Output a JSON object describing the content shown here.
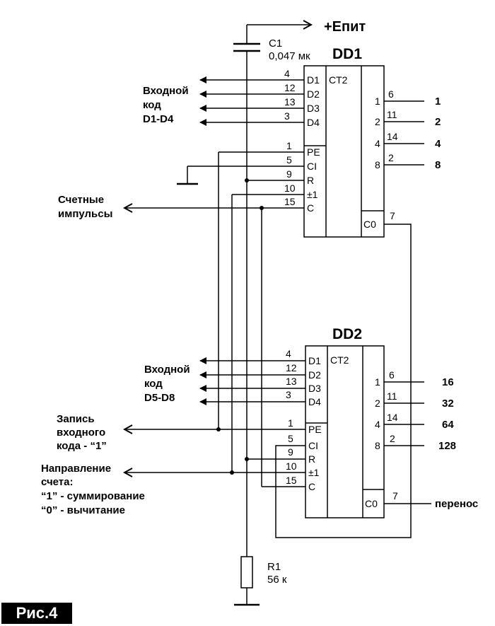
{
  "supply": "+Eпит",
  "c1": {
    "name": "C1",
    "value": "0,047 мк"
  },
  "r1": {
    "name": "R1",
    "value": "56 к"
  },
  "dd1": {
    "name": "DD1",
    "type": "CT2",
    "inputs": [
      {
        "label": "D1",
        "pin": "4"
      },
      {
        "label": "D2",
        "pin": "12"
      },
      {
        "label": "D3",
        "pin": "13"
      },
      {
        "label": "D4",
        "pin": "3"
      },
      {
        "label": "PE",
        "pin": "1"
      },
      {
        "label": "CI",
        "pin": "5"
      },
      {
        "label": "R",
        "pin": "9"
      },
      {
        "label": "±1",
        "pin": "10"
      },
      {
        "label": "C",
        "pin": "15"
      }
    ],
    "outputs": [
      {
        "weight": "1",
        "pin": "6",
        "value": "1"
      },
      {
        "weight": "2",
        "pin": "11",
        "value": "2"
      },
      {
        "weight": "4",
        "pin": "14",
        "value": "4"
      },
      {
        "weight": "8",
        "pin": "2",
        "value": "8"
      }
    ],
    "carry": {
      "label": "C0",
      "pin": "7"
    }
  },
  "dd2": {
    "name": "DD2",
    "type": "CT2",
    "inputs": [
      {
        "label": "D1",
        "pin": "4"
      },
      {
        "label": "D2",
        "pin": "12"
      },
      {
        "label": "D3",
        "pin": "13"
      },
      {
        "label": "D4",
        "pin": "3"
      },
      {
        "label": "PE",
        "pin": "1"
      },
      {
        "label": "CI",
        "pin": "5"
      },
      {
        "label": "R",
        "pin": "9"
      },
      {
        "label": "±1",
        "pin": "10"
      },
      {
        "label": "C",
        "pin": "15"
      }
    ],
    "outputs": [
      {
        "weight": "1",
        "pin": "6",
        "value": "16"
      },
      {
        "weight": "2",
        "pin": "11",
        "value": "32"
      },
      {
        "weight": "4",
        "pin": "14",
        "value": "64"
      },
      {
        "weight": "8",
        "pin": "2",
        "value": "128"
      }
    ],
    "carry": {
      "label": "C0",
      "pin": "7",
      "value": "перенос"
    }
  },
  "labels": {
    "input_code_1": [
      "Входной",
      "код",
      "D1-D4"
    ],
    "count_pulses": [
      "Счетные",
      "импульсы"
    ],
    "input_code_2": [
      "Входной",
      "код",
      "D5-D8"
    ],
    "load": [
      "Запись",
      "входного",
      "кода - “1”"
    ],
    "direction": [
      "Направление",
      "счета:",
      "“1” - суммирование",
      "“0” - вычитание"
    ]
  },
  "figure_label": "Рис.4"
}
